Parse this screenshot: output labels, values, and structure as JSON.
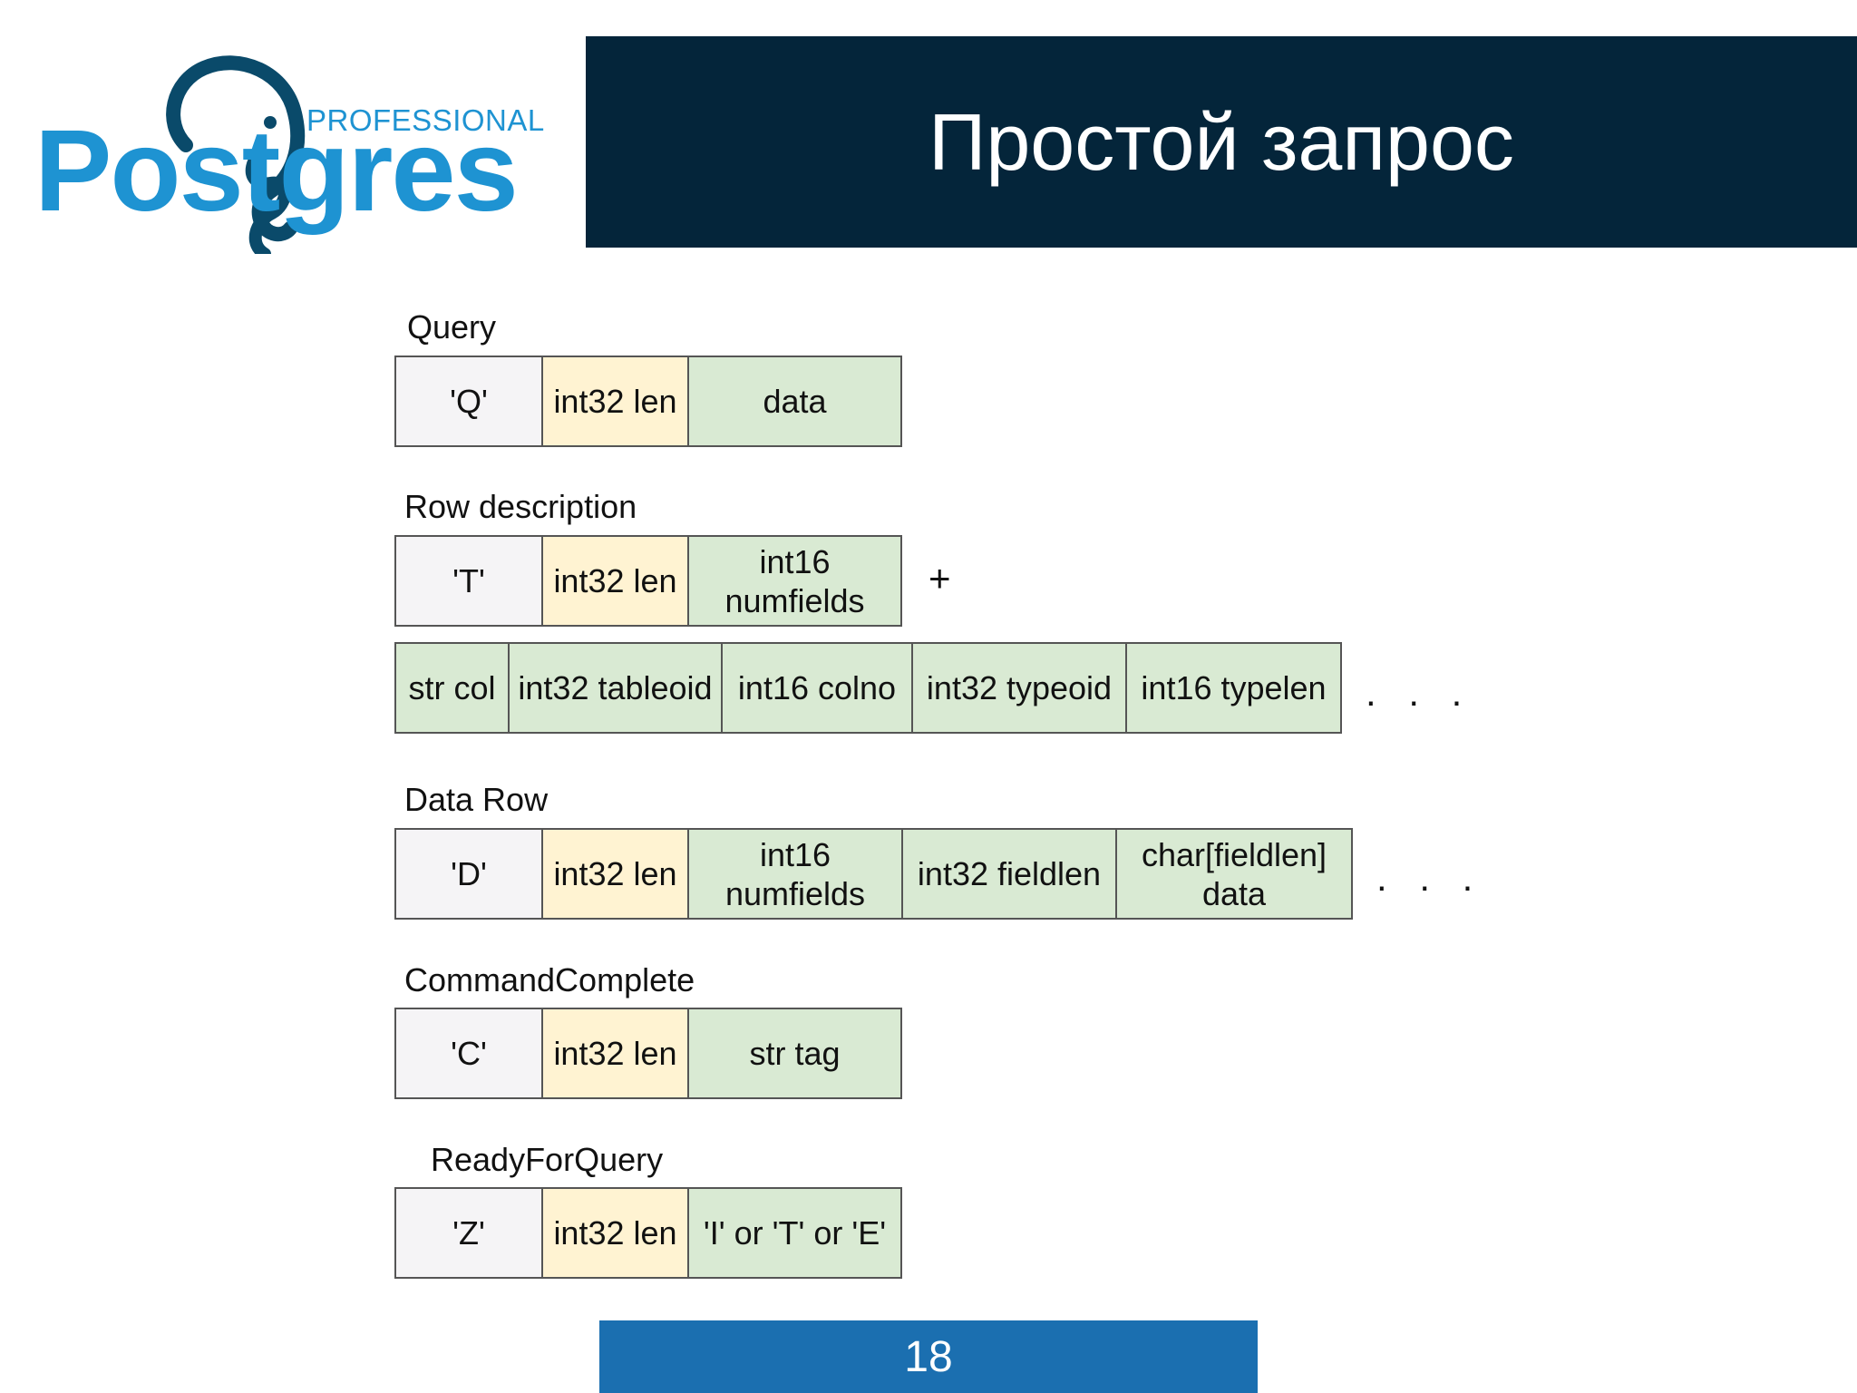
{
  "logo": {
    "brand": "Postgres",
    "tagline": "PROFESSIONAL"
  },
  "header": {
    "title": "Простой запрос"
  },
  "messages": [
    {
      "label": "Query",
      "fields": [
        "'Q'",
        "int32 len",
        "data"
      ]
    },
    {
      "label": "Row description",
      "fields": [
        "'T'",
        "int32 len",
        "int16\nnumfields"
      ],
      "plus": "+",
      "repeat_fields": [
        "str col",
        "int32 tableoid",
        "int16 colno",
        "int32 typeoid",
        "int16 typelen"
      ],
      "ellipsis": ". . ."
    },
    {
      "label": "Data Row",
      "fields": [
        "'D'",
        "int32 len",
        "int16\nnumfields",
        "int32 fieldlen",
        "char[fieldlen]\ndata"
      ],
      "ellipsis": ". . ."
    },
    {
      "label": "CommandComplete",
      "fields": [
        "'C'",
        "int32 len",
        "str tag"
      ]
    },
    {
      "label": "ReadyForQuery",
      "fields": [
        "'Z'",
        "int32 len",
        "'I' or 'T' or 'E'"
      ]
    }
  ],
  "footer": {
    "page_number": "18"
  },
  "colors": {
    "header_bg": "#04253a",
    "type_cell": "#f5f4f6",
    "len_cell": "#fff3d2",
    "data_cell": "#d9ead3",
    "page_bar": "#1b6fb0",
    "logo_blue": "#1e93d2"
  }
}
